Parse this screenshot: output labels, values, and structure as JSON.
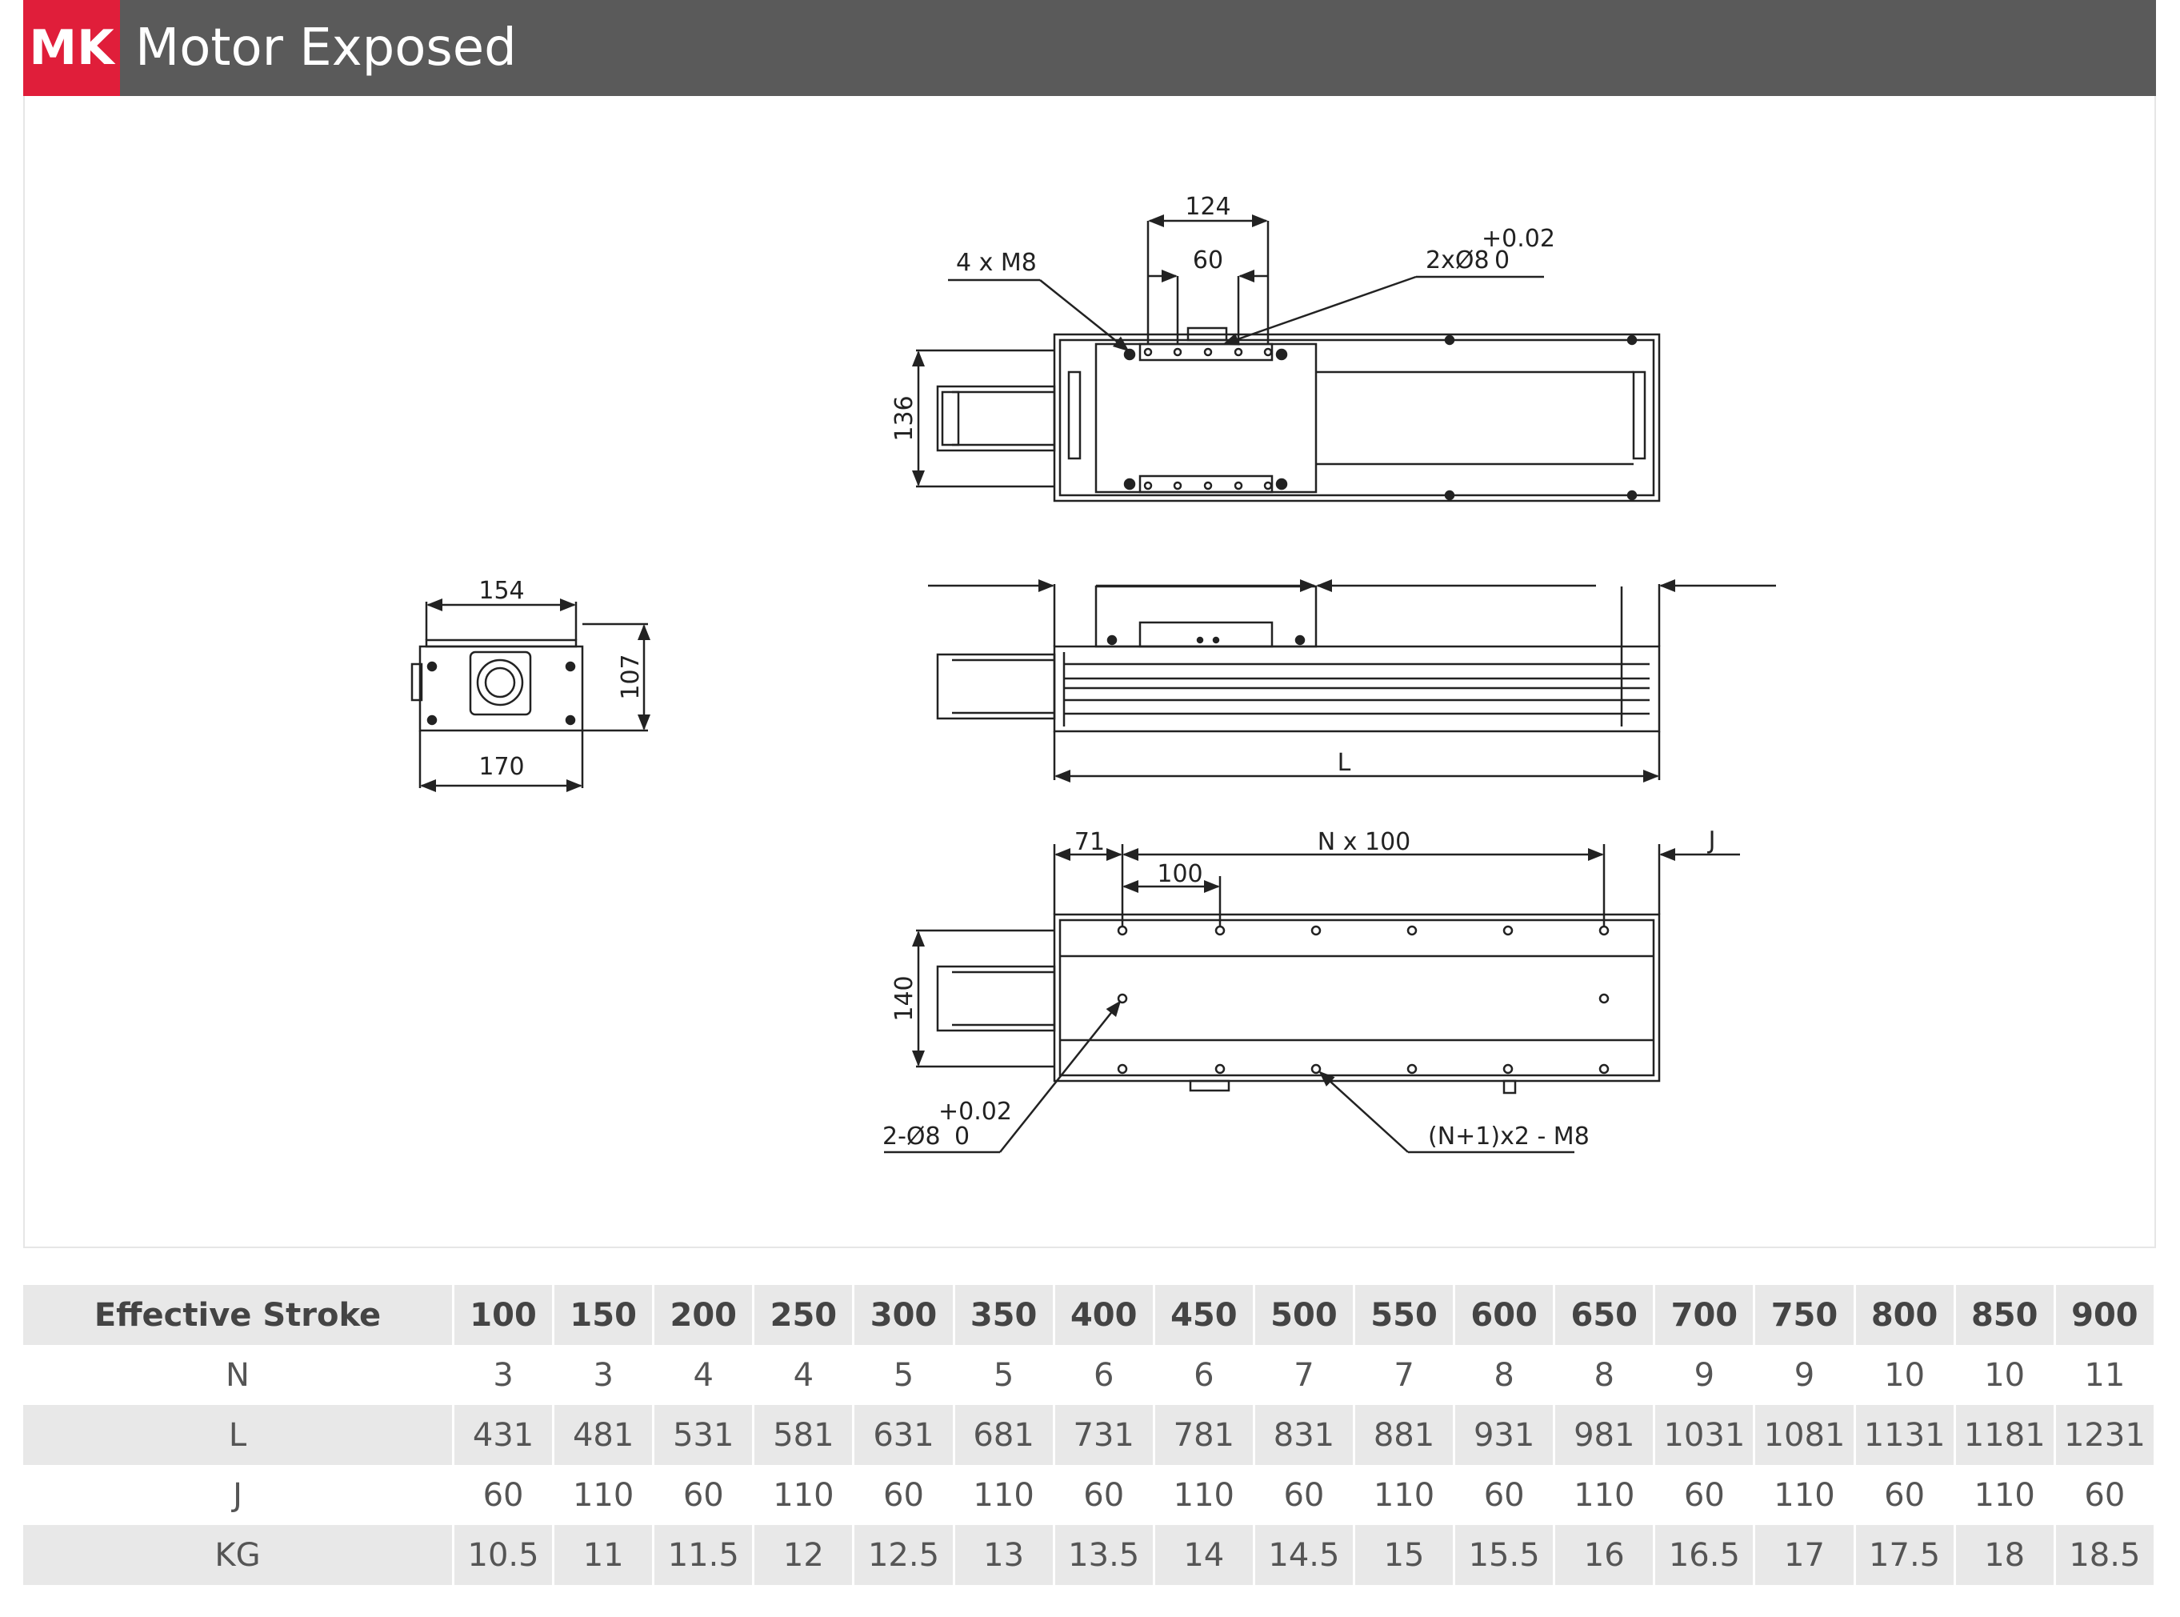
{
  "header": {
    "badge": "MK",
    "title": "Motor Exposed"
  },
  "drawing": {
    "top_view": {
      "dim_124": "124",
      "dim_60": "60",
      "note_4xM8": "4 x M8",
      "note_pin": "2xØ8",
      "note_pin_tol_upper": "+0.02",
      "note_pin_tol_lower": "0",
      "dim_136": "136"
    },
    "end_view": {
      "dim_154": "154",
      "dim_170": "170",
      "dim_107": "107"
    },
    "side_view": {
      "dim_L": "L"
    },
    "bottom_view": {
      "dim_71": "71",
      "dim_100": "100",
      "dim_Nx100": "N x 100",
      "dim_J": "J",
      "dim_140": "140",
      "note_pin": "2-Ø8",
      "note_pin_tol_upper": "+0.02",
      "note_pin_tol_lower": "0",
      "note_holes": "(N+1)x2 - M8"
    }
  },
  "table": {
    "header_label": "Effective Stroke",
    "strokes": [
      "100",
      "150",
      "200",
      "250",
      "300",
      "350",
      "400",
      "450",
      "500",
      "550",
      "600",
      "650",
      "700",
      "750",
      "800",
      "850",
      "900"
    ],
    "rows": [
      {
        "label": "N",
        "values": [
          "3",
          "3",
          "4",
          "4",
          "5",
          "5",
          "6",
          "6",
          "7",
          "7",
          "8",
          "8",
          "9",
          "9",
          "10",
          "10",
          "11"
        ]
      },
      {
        "label": "L",
        "values": [
          "431",
          "481",
          "531",
          "581",
          "631",
          "681",
          "731",
          "781",
          "831",
          "881",
          "931",
          "981",
          "1031",
          "1081",
          "1131",
          "1181",
          "1231"
        ]
      },
      {
        "label": "J",
        "values": [
          "60",
          "110",
          "60",
          "110",
          "60",
          "110",
          "60",
          "110",
          "60",
          "110",
          "60",
          "110",
          "60",
          "110",
          "60",
          "110",
          "60"
        ]
      },
      {
        "label": "KG",
        "values": [
          "10.5",
          "11",
          "11.5",
          "12",
          "12.5",
          "13",
          "13.5",
          "14",
          "14.5",
          "15",
          "15.5",
          "16",
          "16.5",
          "17",
          "17.5",
          "18",
          "18.5"
        ]
      }
    ]
  }
}
